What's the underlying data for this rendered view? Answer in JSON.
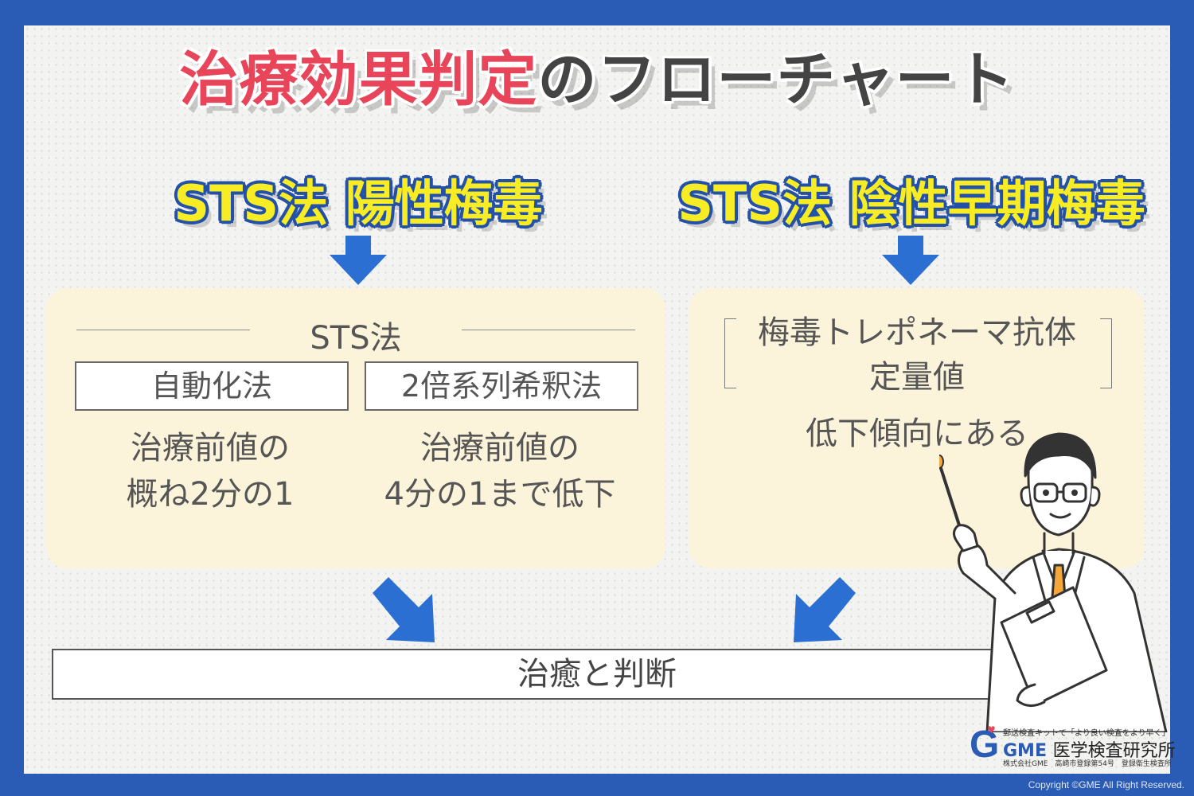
{
  "title": {
    "highlight": "治療効果判定",
    "rest": "のフローチャート"
  },
  "left_branch": {
    "heading": "STS法 陽性梅毒",
    "section_label": "STS法",
    "methods": [
      {
        "name": "自動化法",
        "result_line1": "治療前値の",
        "result_line2": "概ね2分の1"
      },
      {
        "name": "2倍系列希釈法",
        "result_line1": "治療前値の",
        "result_line2": "4分の1まで低下"
      }
    ]
  },
  "right_branch": {
    "heading": "STS法 陰性早期梅毒",
    "antibody_line1": "梅毒トレポネーマ抗体",
    "antibody_line2": "定量値",
    "result": "低下傾向にある"
  },
  "outcome": "治癒と判断",
  "logo": {
    "letter": "G",
    "tagline": "郵送検査キットで「より良い検査をより早く」",
    "brand": "GME",
    "name": "医学検査研究所",
    "sub": "株式会社GME　高崎市登録第54号　登録衛生検査所"
  },
  "copyright": "Copyright ©GME All Right Reserved.",
  "colors": {
    "frame_blue": "#2a5bb5",
    "arrow_blue": "#2a6fd1",
    "title_red": "#e8455a",
    "heading_yellow": "#f8ec24",
    "panel_cream": "#fbf3da"
  }
}
